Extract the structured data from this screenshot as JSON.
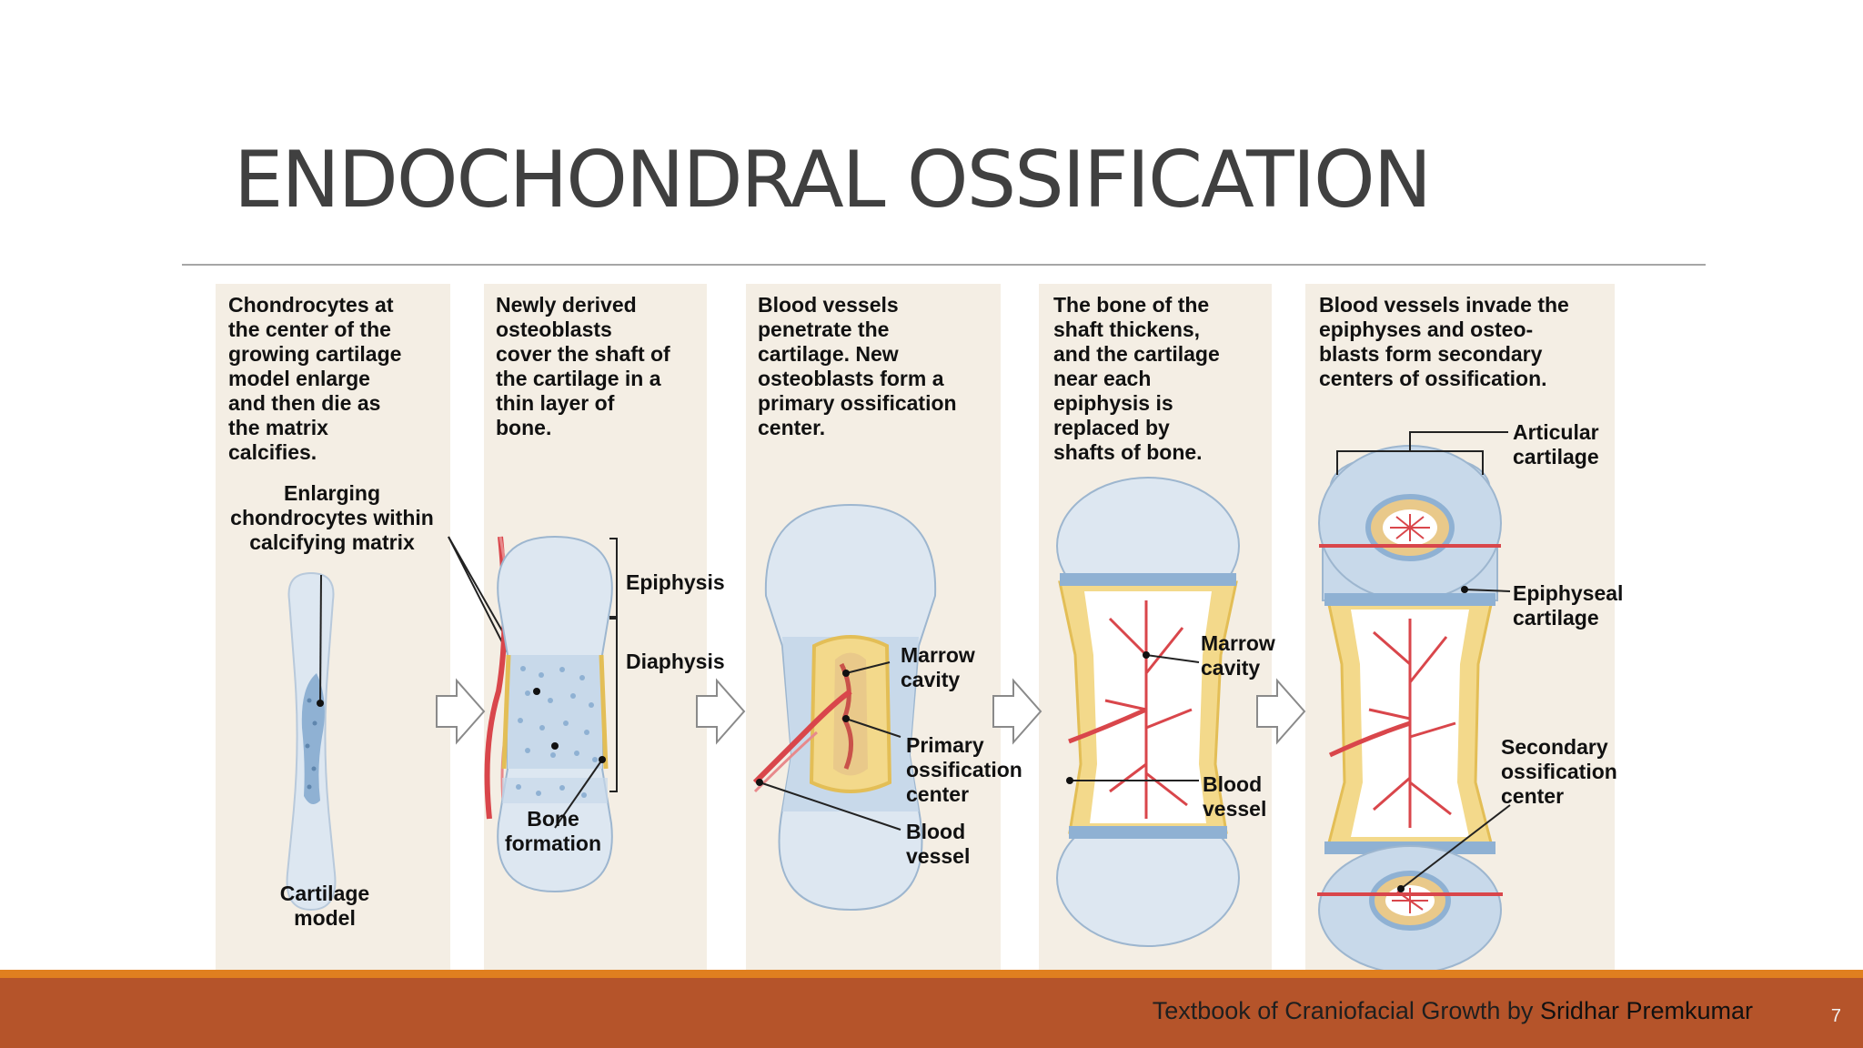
{
  "slide": {
    "title": "ENDOCHONDRAL OSSIFICATION",
    "footer_source": "Textbook of Craniofacial Growth by",
    "footer_author": "Sridhar Premkumar",
    "page_number": "7"
  },
  "diagram": {
    "panels": [
      {
        "caption": [
          "Chondrocytes at",
          "the center of the",
          "growing cartilage",
          "model enlarge",
          "and then die as",
          "the matrix",
          "calcifies."
        ],
        "labels": {
          "enlarging": [
            "Enlarging",
            "chondrocytes within",
            "calcifying matrix"
          ],
          "cartilage_model": [
            "Cartilage",
            "model"
          ]
        }
      },
      {
        "caption": [
          "Newly derived",
          "osteoblasts",
          "cover the shaft of",
          "the cartilage in a",
          "thin layer of",
          "bone."
        ],
        "labels": {
          "epiphysis": "Epiphysis",
          "diaphysis": "Diaphysis",
          "bone_formation": [
            "Bone",
            "formation"
          ]
        }
      },
      {
        "caption": [
          "Blood vessels",
          "penetrate the",
          "cartilage. New",
          "osteoblasts form a",
          "primary ossification",
          "center."
        ],
        "labels": {
          "marrow_cavity": [
            "Marrow",
            "cavity"
          ],
          "primary_center": [
            "Primary",
            "ossification",
            "center"
          ],
          "blood_vessel": [
            "Blood",
            "vessel"
          ]
        }
      },
      {
        "caption": [
          "The bone of the",
          "shaft thickens,",
          "and the cartilage",
          "near each",
          "epiphysis is",
          "replaced by",
          "shafts of bone."
        ],
        "labels": {
          "marrow_cavity": [
            "Marrow",
            "cavity"
          ],
          "blood_vessel": [
            "Blood",
            "vessel"
          ]
        }
      },
      {
        "caption": [
          "Blood vessels invade the",
          "epiphyses and osteo-",
          "blasts form secondary",
          "centers of ossification."
        ],
        "labels": {
          "articular": [
            "Articular",
            "cartilage"
          ],
          "epiphyseal": [
            "Epiphyseal",
            "cartilage"
          ],
          "secondary_center": [
            "Secondary",
            "ossification",
            "center"
          ]
        }
      }
    ],
    "colors": {
      "panel_bg": "#f4eee4",
      "cartilage": "#c8d9ea",
      "cartilage_dark": "#8fb1d3",
      "bone": "#f3d98b",
      "bone_edge": "#e3be56",
      "spongy": "#e9c98a",
      "vessel": "#d9464b",
      "arrow": "#ffffff"
    }
  }
}
